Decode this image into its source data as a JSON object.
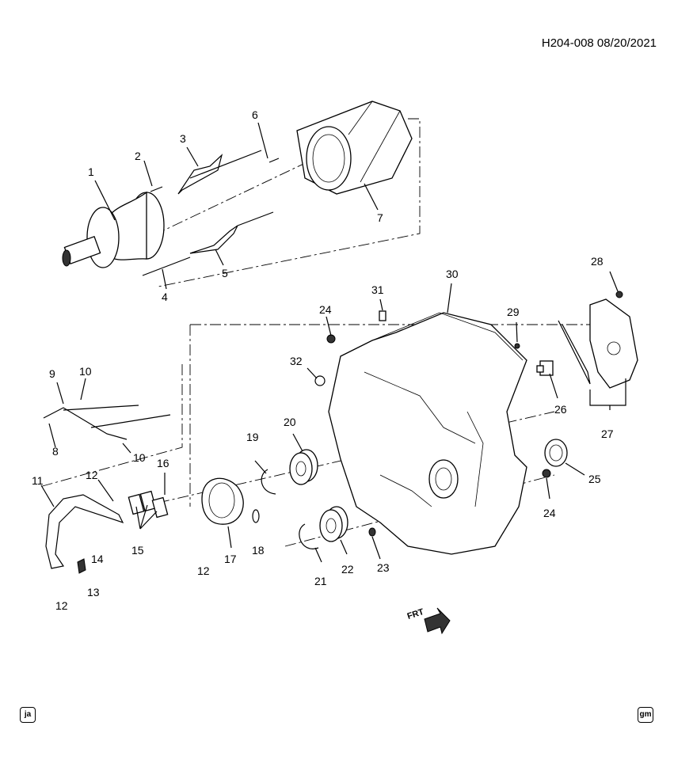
{
  "header": {
    "code": "H204-008  08/20/2021"
  },
  "badges": {
    "left": "ja",
    "right": "gm"
  },
  "frt_label": "FRT",
  "callouts": [
    "1",
    "2",
    "3",
    "4",
    "5",
    "6",
    "7",
    "8",
    "9",
    "10",
    "10",
    "11",
    "12",
    "12",
    "12",
    "13",
    "14",
    "15",
    "16",
    "17",
    "18",
    "19",
    "20",
    "21",
    "22",
    "23",
    "24",
    "24",
    "25",
    "26",
    "27",
    "28",
    "29",
    "30",
    "31",
    "32"
  ]
}
